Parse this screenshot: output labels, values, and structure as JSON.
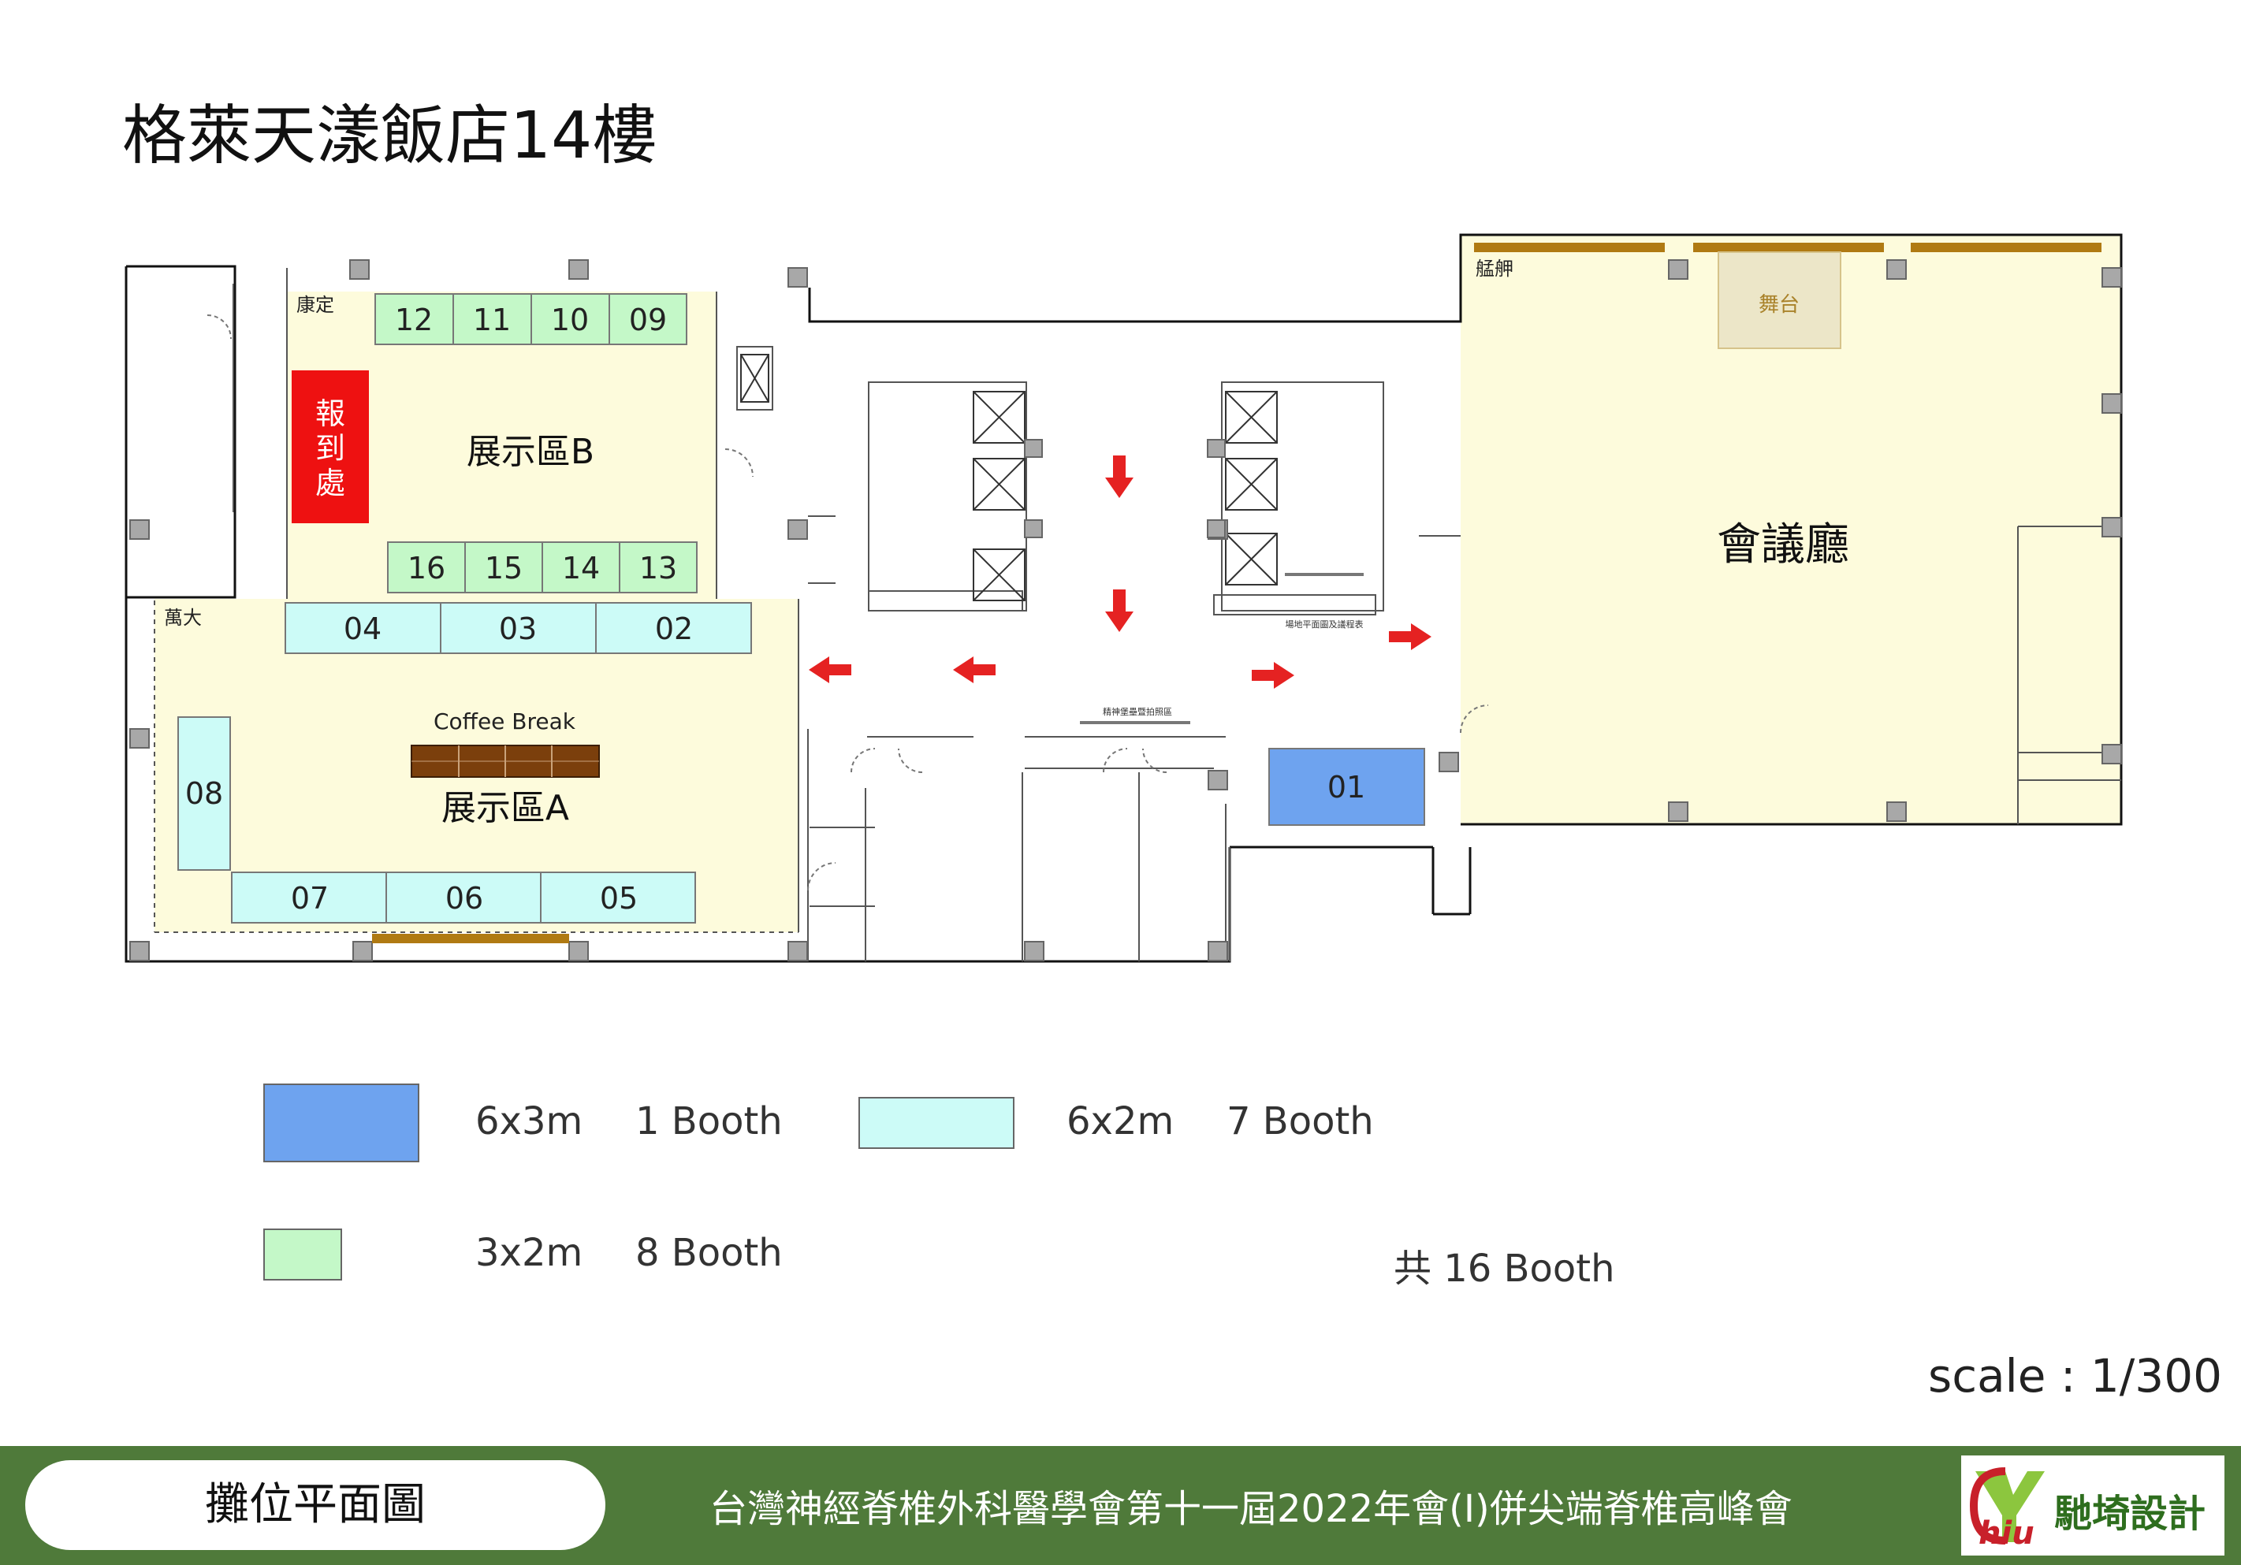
{
  "title": "格萊天漾飯店14樓",
  "rooms": {
    "kangding": "康定",
    "wanda": "萬大",
    "hall": "會議廳",
    "mengjia": "艋舺",
    "stage": "舞台",
    "zone_b": "展示區B",
    "zone_a": "展示區A",
    "registration": [
      "報",
      "到",
      "處"
    ],
    "coffee_break": "Coffee Break",
    "sign_floorplan": "場地平面圖及議程表",
    "sign_photo": "精神堡壘暨拍照區"
  },
  "booths": {
    "b01": "01",
    "b02": "02",
    "b03": "03",
    "b04": "04",
    "b05": "05",
    "b06": "06",
    "b07": "07",
    "b08": "08",
    "b09": "09",
    "b10": "10",
    "b11": "11",
    "b12": "12",
    "b13": "13",
    "b14": "14",
    "b15": "15",
    "b16": "16"
  },
  "legend": [
    {
      "size": "6x3m",
      "count": "1 Booth",
      "color": "#6ea3ef"
    },
    {
      "size": "6x2m",
      "count": "7 Booth",
      "color": "#ccfbf7"
    },
    {
      "size": "3x2m",
      "count": "8 Booth",
      "color": "#c4f8c8"
    }
  ],
  "total": "共 16 Booth",
  "scale": "scale : 1/300",
  "footer": {
    "left_label": "攤位平面圖",
    "event_title": "台灣神經脊椎外科醫學會第十一屆2022年會(I)併尖端脊椎高峰會",
    "company": "馳埼設計",
    "logo_letters": "hiu"
  },
  "colors": {
    "green_booth": "#c4f8c8",
    "cyan_booth": "#ccfbf7",
    "blue_booth": "#6ea3ef",
    "zone_fill": "#fdfbdc",
    "registration": "#ee1111",
    "arrow": "#e52222",
    "table": "#7b3f0c",
    "footer": "#4f7a3a"
  }
}
